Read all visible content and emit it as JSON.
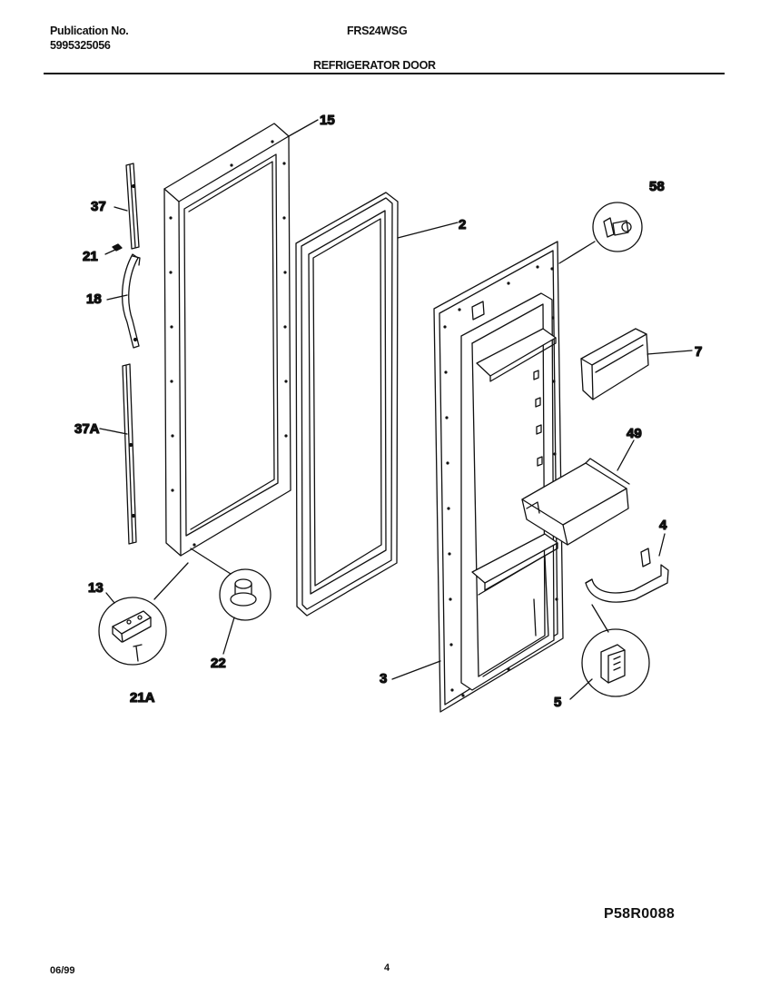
{
  "header": {
    "publication_label": "Publication No.",
    "publication_number": "5995325056",
    "model": "FRS24WSG",
    "section_title": "REFRIGERATOR DOOR"
  },
  "callouts": {
    "p15": "15",
    "p37": "37",
    "p21": "21",
    "p18": "18",
    "p37a": "37A",
    "p13": "13",
    "p21a": "21A",
    "p22": "22",
    "p2": "2",
    "p58": "58",
    "p7": "7",
    "p49": "49",
    "p4": "4",
    "p3": "3",
    "p5": "5"
  },
  "footer": {
    "date": "06/99",
    "page": "4",
    "diagram_code": "P58R0088"
  }
}
